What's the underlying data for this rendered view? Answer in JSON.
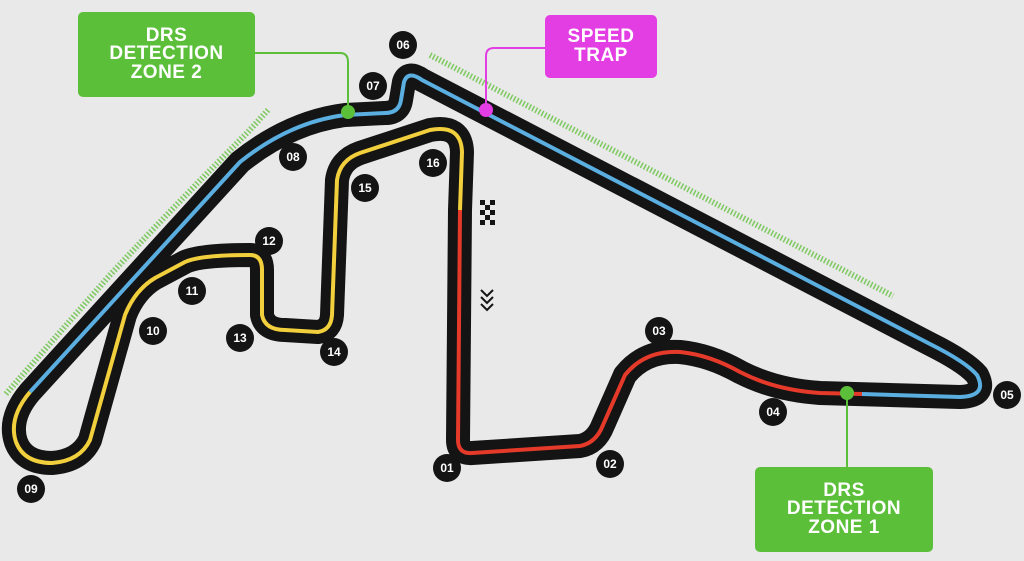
{
  "colors": {
    "background": "#e9e9e9",
    "track": "#141414",
    "sector1": "#e53a2a",
    "sector2": "#5aaee0",
    "sector3": "#f2cf3c",
    "drs": "#5cbf3a",
    "speed_trap": "#e33ee3"
  },
  "labels": {
    "drs_zone_2": [
      "DRS",
      "DETECTION",
      "ZONE 2"
    ],
    "drs_zone_1": [
      "DRS",
      "DETECTION",
      "ZONE 1"
    ],
    "speed_trap": [
      "SPEED",
      "TRAP"
    ]
  },
  "turns": [
    "01",
    "02",
    "03",
    "04",
    "05",
    "06",
    "07",
    "08",
    "09",
    "10",
    "11",
    "12",
    "13",
    "14",
    "15",
    "16"
  ],
  "icons": {
    "start_finish": "checkered-flag-icon",
    "direction": "chevron-down-icon"
  }
}
